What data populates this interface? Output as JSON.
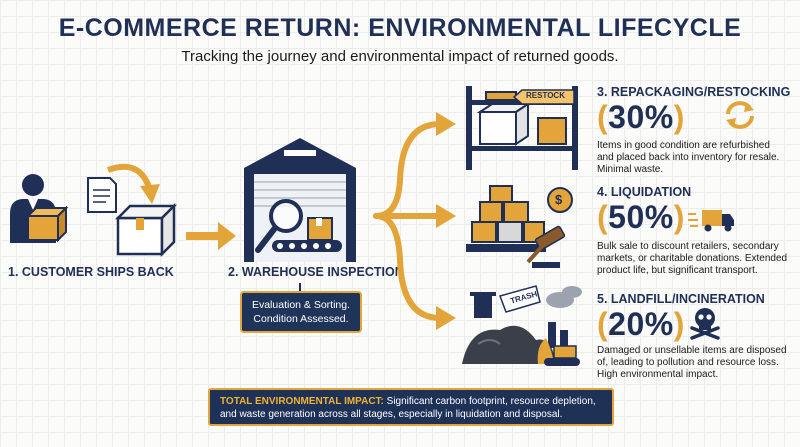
{
  "title": "E-COMMERCE RETURN: ENVIRONMENTAL LIFECYCLE",
  "subtitle": "Tracking the journey and environmental impact of returned goods.",
  "stages": [
    {
      "label": "1. CUSTOMER SHIPS BACK"
    },
    {
      "label": "2. WAREHOUSE INSPECTION",
      "box_lines": [
        "Evaluation & Sorting.",
        "Condition Assessed."
      ]
    }
  ],
  "outcomes": [
    {
      "heading": "3. REPACKAGING/RESTOCKING",
      "percent": "30%",
      "tag": "RESTOCK",
      "icon": "recycle-arrows-icon",
      "description_lines": [
        "Items in good condition are refurbished",
        "and placed back into inventory for resale.",
        "Minimal waste."
      ]
    },
    {
      "heading": "4. LIQUIDATION",
      "percent": "50%",
      "icon": "delivery-truck-icon",
      "description_lines": [
        "Bulk sale to discount retailers, secondary",
        "markets, or charitable donations. Extended",
        "product life, but significant transport."
      ]
    },
    {
      "heading": "5. LANDFILL/INCINERATION",
      "percent": "20%",
      "tag": "TRASH",
      "icon": "skull-crossbones-icon",
      "description_lines": [
        "Damaged or unsellable items are disposed",
        "of, leading to pollution and resource loss.",
        "High environmental impact."
      ]
    }
  ],
  "impact": {
    "lead": "TOTAL ENVIRONMENTAL IMPACT:",
    "text": " Significant carbon footprint, resource depletion,",
    "text_line2": "and waste generation across all stages, especially in liquidation and disposal."
  },
  "colors": {
    "navy": "#1f2f55",
    "accent_orange": "#e3a53a",
    "box_navy": "#1e3157"
  }
}
